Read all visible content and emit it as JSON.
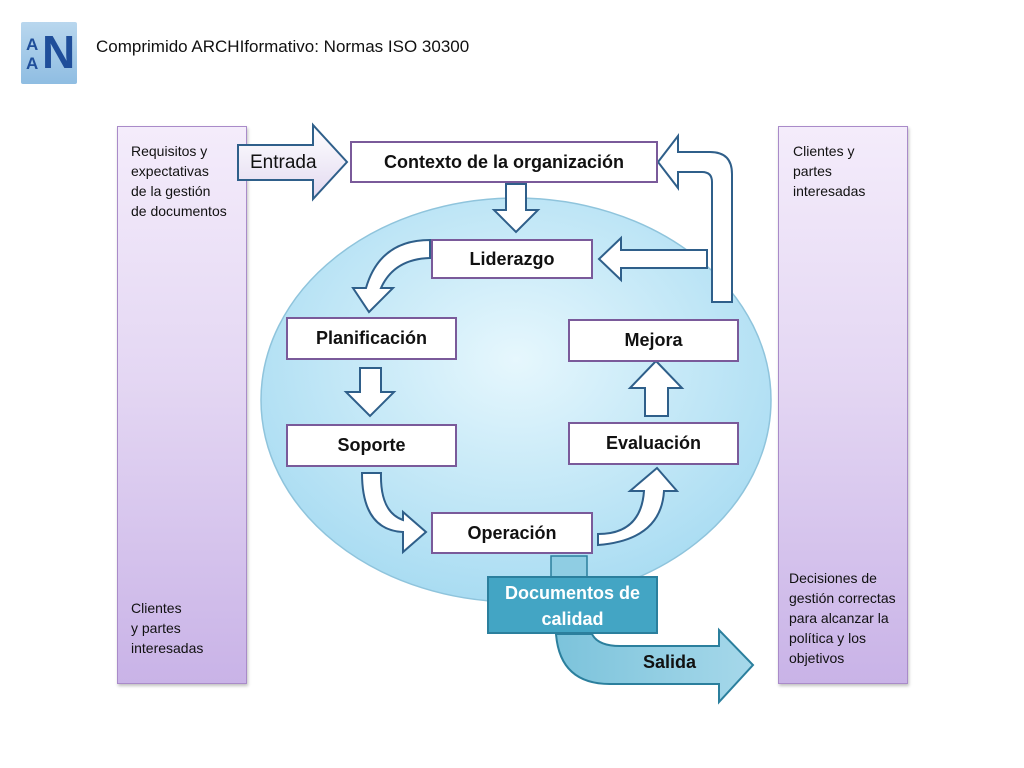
{
  "header": {
    "logo_letters": [
      "A",
      "A",
      "N"
    ],
    "title": "Comprimido ARCHIformativo: Normas ISO 30300"
  },
  "left_panel": {
    "top_note": "Requisitos y\nexpectativas\nde la gestión\nde documentos",
    "bottom_note": "Clientes\ny partes\ninteresadas"
  },
  "right_panel": {
    "top_note": "Clientes y\npartes\ninteresadas",
    "bottom_note": "Decisiones de\ngestión correctas\npara alcanzar la\npolítica y los\nobjetivos"
  },
  "flow": {
    "input_label": "Entrada",
    "context": "Contexto de la organización",
    "leadership": "Liderazgo",
    "planning": "Planificación",
    "support": "Soporte",
    "operation": "Operación",
    "evaluation": "Evaluación",
    "improvement": "Mejora",
    "output_box": "Documentos de\ncalidad",
    "output_label": "Salida"
  },
  "colors": {
    "ellipse_fill": "#bfe8f8",
    "box_border": "#7a5a9a",
    "arrow_stroke": "#2f5f8a",
    "sidebar": "#d7c6ee",
    "output": "#43a5c4"
  }
}
